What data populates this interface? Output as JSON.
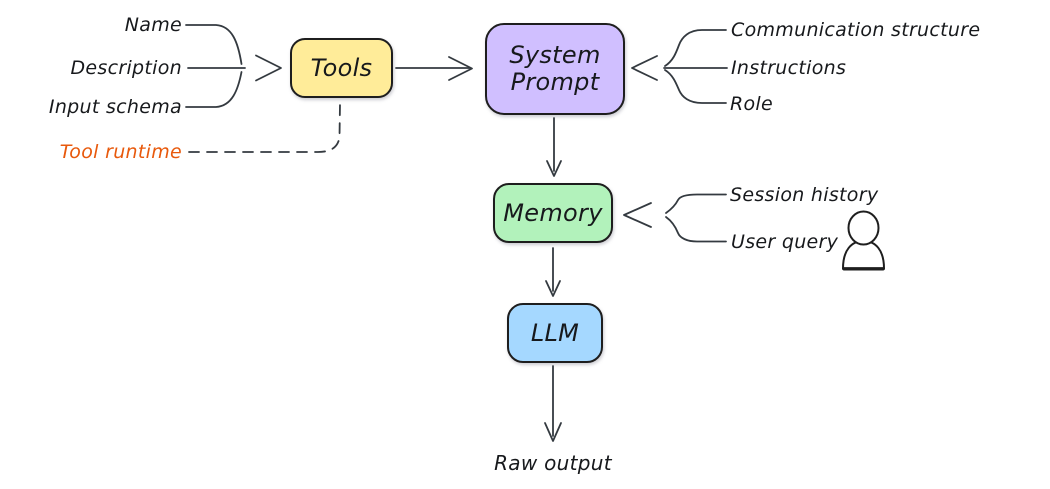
{
  "diagram": {
    "title_hint": "Agent architecture flow",
    "nodes": {
      "tools": {
        "label": "Tools",
        "fill": "#ffec99"
      },
      "system_prompt": {
        "label_line1": "System",
        "label_line2": "Prompt",
        "fill": "#d0bfff"
      },
      "memory": {
        "label": "Memory",
        "fill": "#b2f2bb"
      },
      "llm": {
        "label": "LLM",
        "fill": "#a5d8ff"
      }
    },
    "tool_inputs": {
      "name": "Name",
      "description": "Description",
      "input_schema": "Input schema"
    },
    "tool_runtime": {
      "label": "Tool runtime",
      "color": "#e8590c"
    },
    "prompt_inputs": {
      "communication_structure": "Communication structure",
      "instructions": "Instructions",
      "role": "Role"
    },
    "memory_inputs": {
      "session_history": "Session history",
      "user_query": "User query"
    },
    "output": {
      "label": "Raw output"
    },
    "icons": {
      "user": "person-icon"
    },
    "colors": {
      "stroke": "#343a40",
      "node_border": "#1e1e1e",
      "text": "#17191c",
      "background": "#ffffff"
    }
  }
}
